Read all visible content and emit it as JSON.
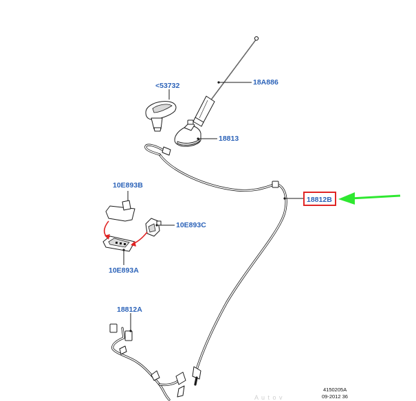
{
  "labels": {
    "part_53732": "<53732",
    "part_18a886": "18A886",
    "part_18813": "18813",
    "part_18812b": "18812B",
    "part_10e893b": "10E893B",
    "part_10e893c": "10E893C",
    "part_10e893a": "10E893A",
    "part_18812a": "18812A"
  },
  "footer": {
    "ref_code": "4150205A",
    "date_code": "09-2012 36",
    "watermark": "A u t o v"
  },
  "colors": {
    "label": "#2b62b8",
    "highlight_box": "#e02424",
    "pointer_arrow": "#2ee830",
    "assembly_arrow": "#e02424",
    "line": "#1a1a1a"
  }
}
